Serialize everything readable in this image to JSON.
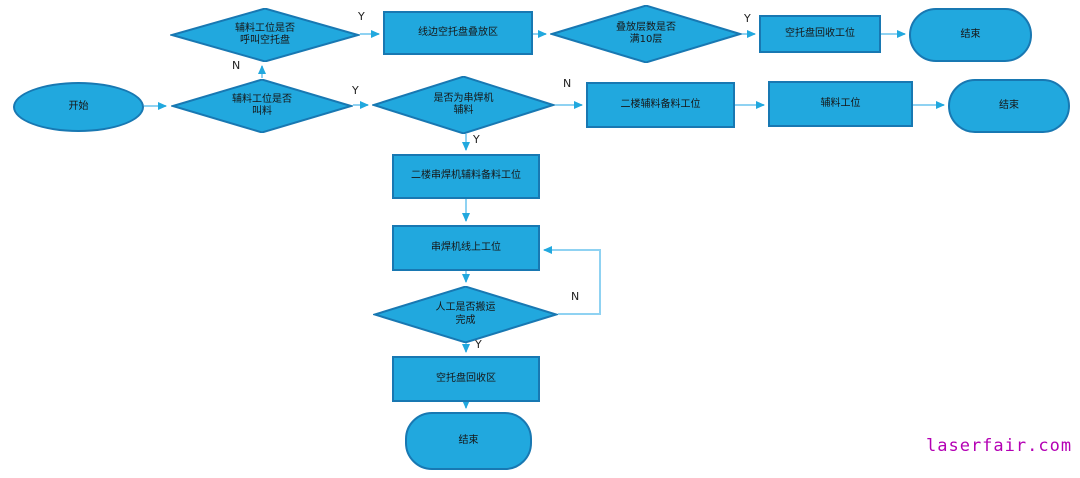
{
  "diagram": {
    "nodes": {
      "start": "开始",
      "decide_call_pallet": "辅料工位是否\n呼叫空托盘",
      "lineside_stack_area": "线边空托盘叠放区",
      "decide_stack_full": "叠放层数是否\n满10层",
      "pallet_recycle_station": "空托盘回收工位",
      "end_top": "结束",
      "decide_call_material": "辅料工位是否\n叫料",
      "decide_stringer_material": "是否为串焊机\n辅料",
      "floor2_material_prep": "二楼辅料备料工位",
      "material_station": "辅料工位",
      "end_mid": "结束",
      "floor2_stringer_prep": "二楼串焊机辅料备料工位",
      "stringer_online_station": "串焊机线上工位",
      "decide_manual_done": "人工是否搬运\n完成",
      "pallet_recycle_area": "空托盘回收区",
      "end_bottom": "结束"
    },
    "edge_labels": {
      "n_call_pallet": "N",
      "y_call_pallet": "Y",
      "y_stack_full": "Y",
      "y_call_material": "Y",
      "n_stringer": "N",
      "y_stringer": "Y",
      "n_manual": "N",
      "y_manual": "Y"
    }
  },
  "watermark": "laserfair.com",
  "colors": {
    "shape_fill": "#21a8de",
    "shape_border": "#1878b2",
    "connector": "#8fd2f2",
    "arrowhead": "#21a8de",
    "watermark": "#b400b4"
  }
}
